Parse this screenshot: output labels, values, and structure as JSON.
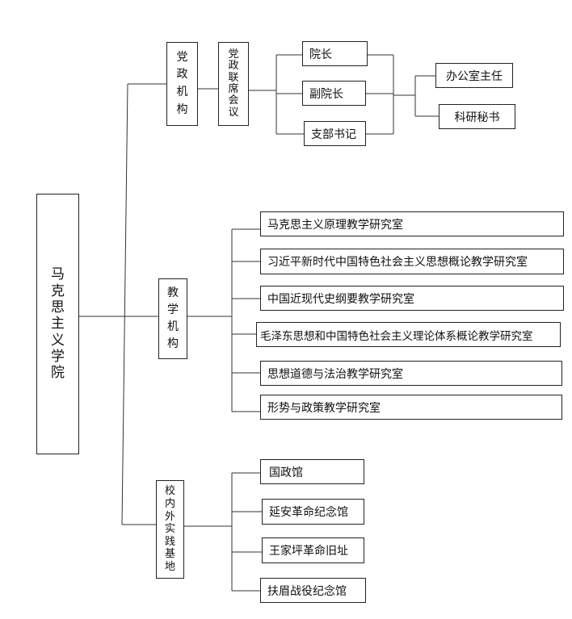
{
  "root": {
    "label": "马克思主义学院"
  },
  "branches": [
    {
      "label": "党政机构",
      "council": "党政联席会议",
      "leaders": [
        "院长",
        "副院长",
        "支部书记"
      ],
      "staff": [
        "办公室主任",
        "科研秘书"
      ]
    },
    {
      "label": "教学机构",
      "units": [
        "马克思主义原理教学研究室",
        "习近平新时代中国特色社会主义思想概论教学研究室",
        "中国近现代史纲要教学研究室",
        "毛泽东思想和中国特色社会主义理论体系概论教学研究室",
        "思想道德与法治教学研究室",
        "形势与政策教学研究室"
      ]
    },
    {
      "label": "校内外实践基地",
      "units": [
        "国政馆",
        "延安革命纪念馆",
        "王家坪革命旧址",
        "扶眉战役纪念馆"
      ]
    }
  ],
  "colors": {
    "line": "#333333",
    "border": "#222222",
    "background": "#ffffff"
  }
}
